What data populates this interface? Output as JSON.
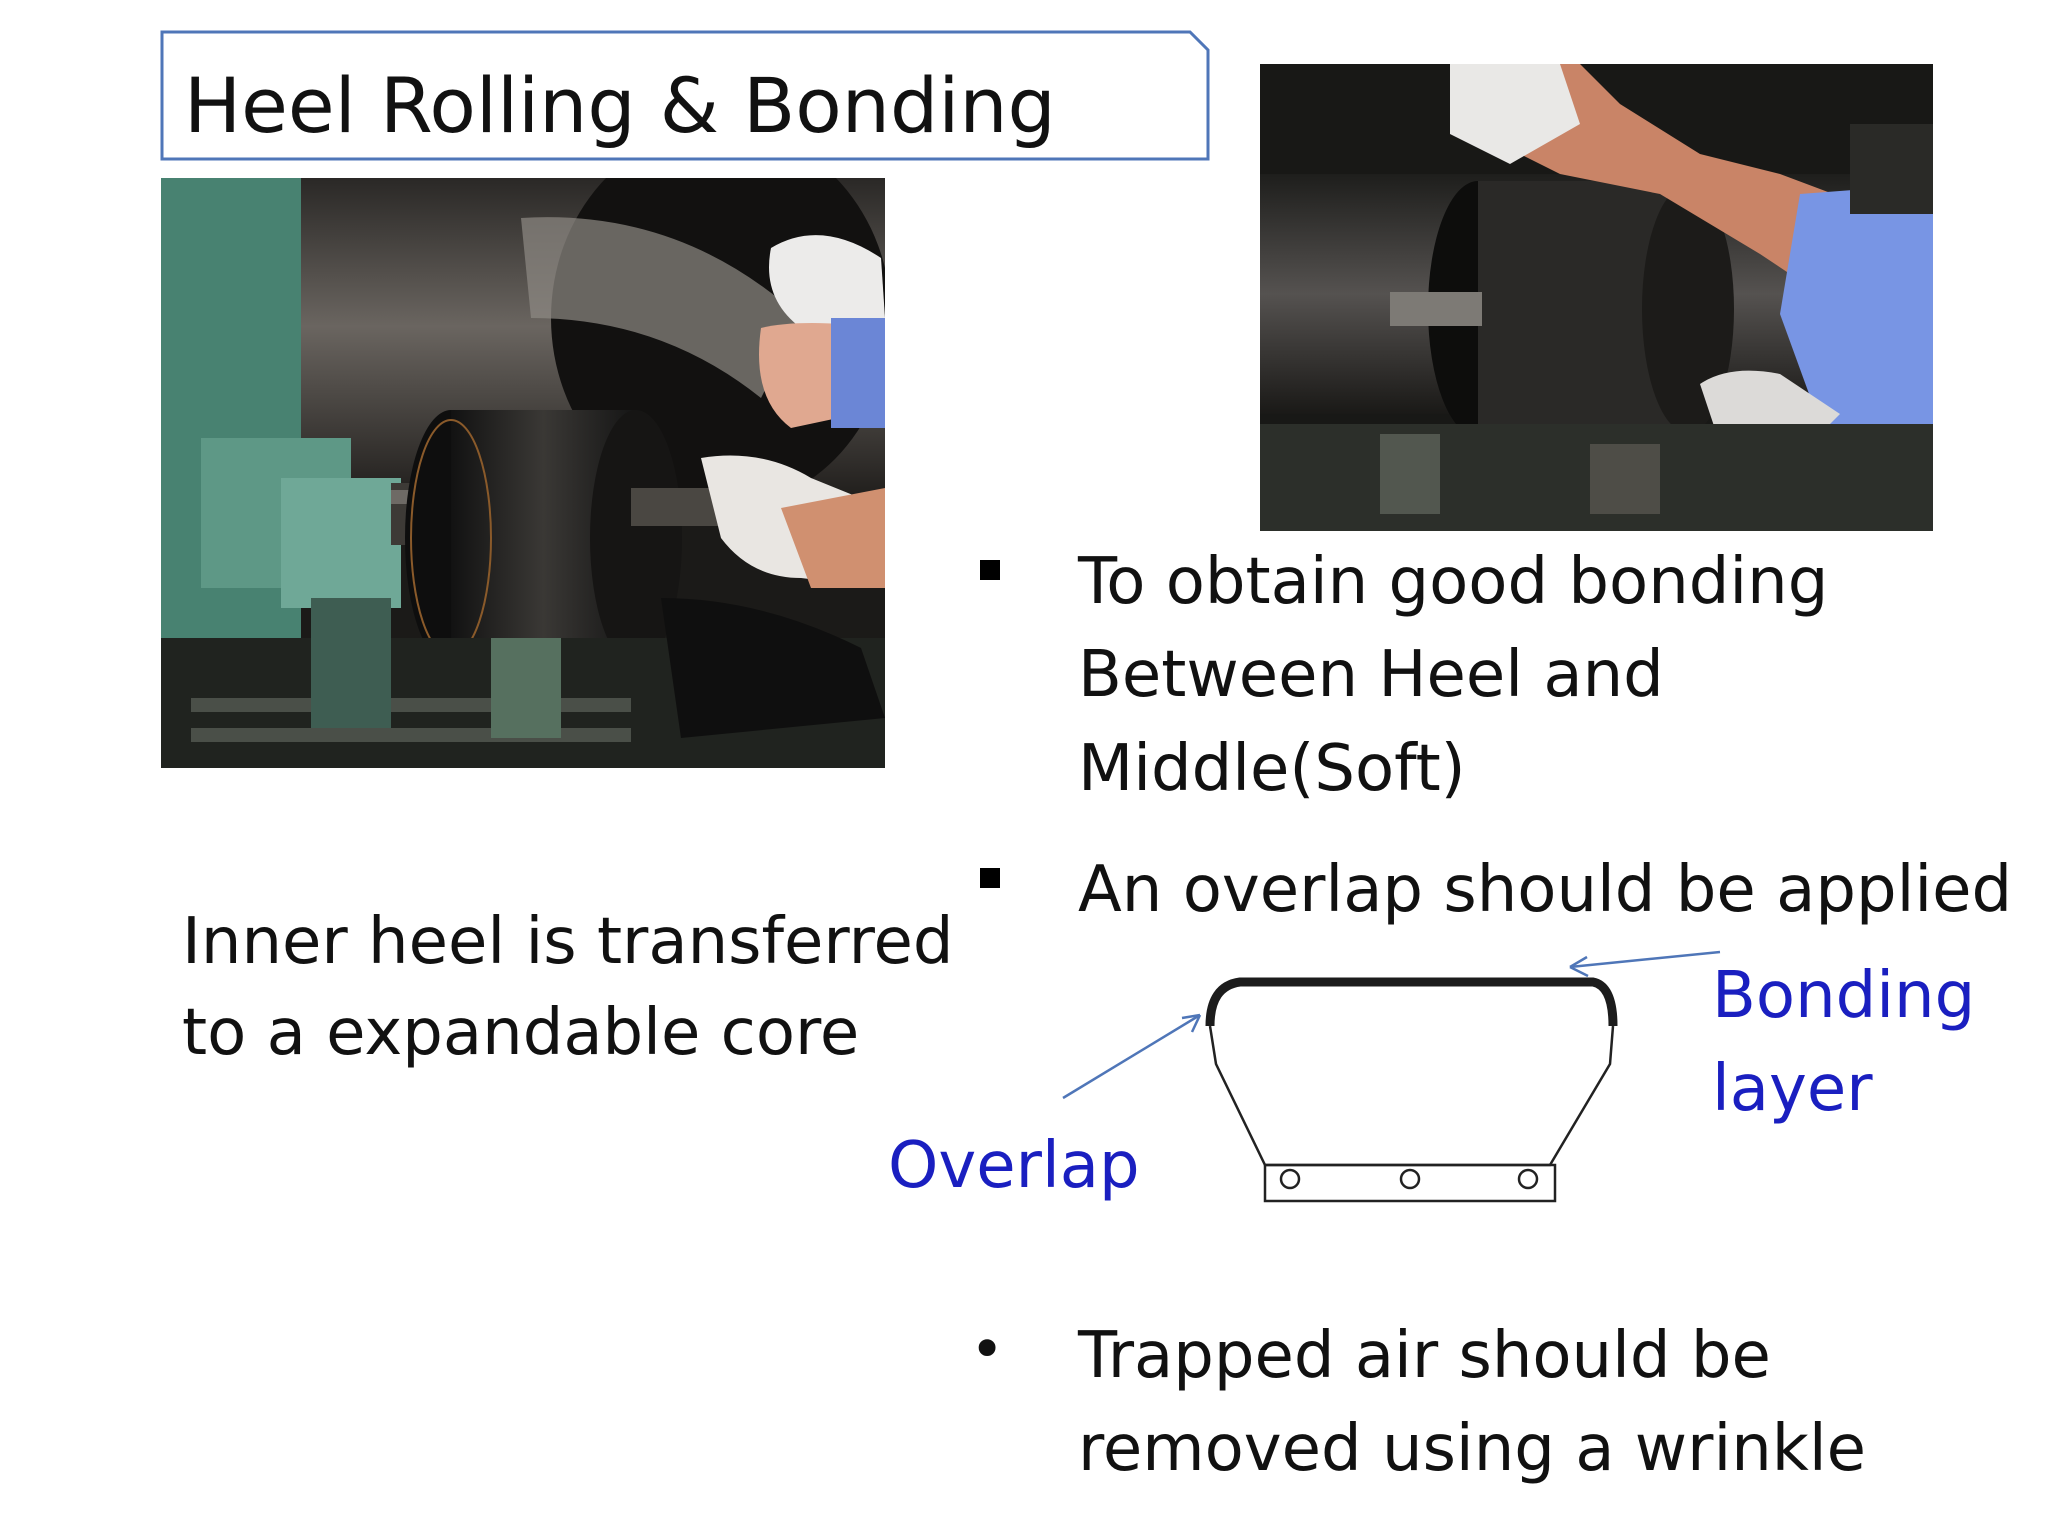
{
  "slide": {
    "title": "Heel Rolling & Bonding",
    "caption_lines": [
      "Inner heel is transferred",
      "to a expandable core"
    ],
    "bullets": [
      {
        "marker": "square",
        "lines": [
          "To obtain good bonding",
          "Between Heel and",
          "Middle(Soft)"
        ]
      },
      {
        "marker": "square",
        "lines": [
          "An overlap should be applied"
        ]
      },
      {
        "marker": "round",
        "lines": [
          "Trapped air should be",
          "removed using a   wrinkle"
        ]
      }
    ],
    "diagram": {
      "label_bonding_lines": [
        "Bonding",
        "layer"
      ],
      "label_overlap": "Overlap"
    }
  },
  "colors": {
    "title_border": "#4f76b8",
    "label_blue": "#1a1fc0",
    "arrow_blue": "#4f76b8",
    "text": "#111111"
  }
}
